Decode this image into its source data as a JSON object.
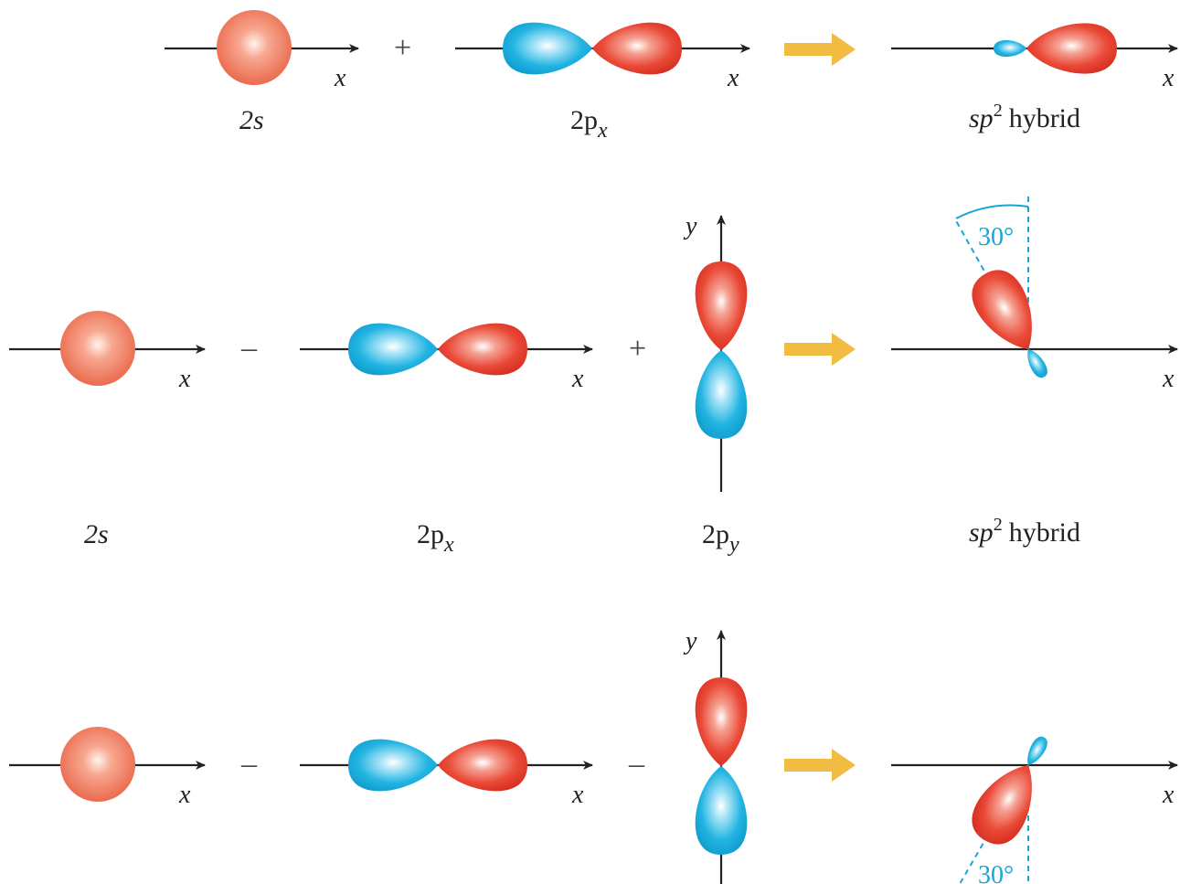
{
  "colors": {
    "s_orbital": "#f07a5c",
    "positive_lobe": "#e63a2e",
    "negative_lobe": "#1fb0e0",
    "arrow": "#f2bc42",
    "axis": "#222222",
    "angle_mark": "#1aa5d8"
  },
  "axis_labels": {
    "x": "x",
    "y": "y"
  },
  "operators": {
    "plus": "+",
    "minus": "–"
  },
  "rows": [
    {
      "labels": {
        "s": "2s",
        "px": "2p",
        "px_sub": "x",
        "hybrid_base": "sp",
        "hybrid_sup": "2",
        "hybrid_word": "hybrid"
      },
      "operators": [
        "+"
      ]
    },
    {
      "labels": {
        "s": "2s",
        "px": "2p",
        "px_sub": "x",
        "py": "2p",
        "py_sub": "y",
        "hybrid_base": "sp",
        "hybrid_sup": "2",
        "hybrid_word": "hybrid"
      },
      "operators": [
        "–",
        "+"
      ],
      "angle": "30°"
    },
    {
      "operators": [
        "–",
        "–"
      ],
      "angle": "30°"
    }
  ]
}
